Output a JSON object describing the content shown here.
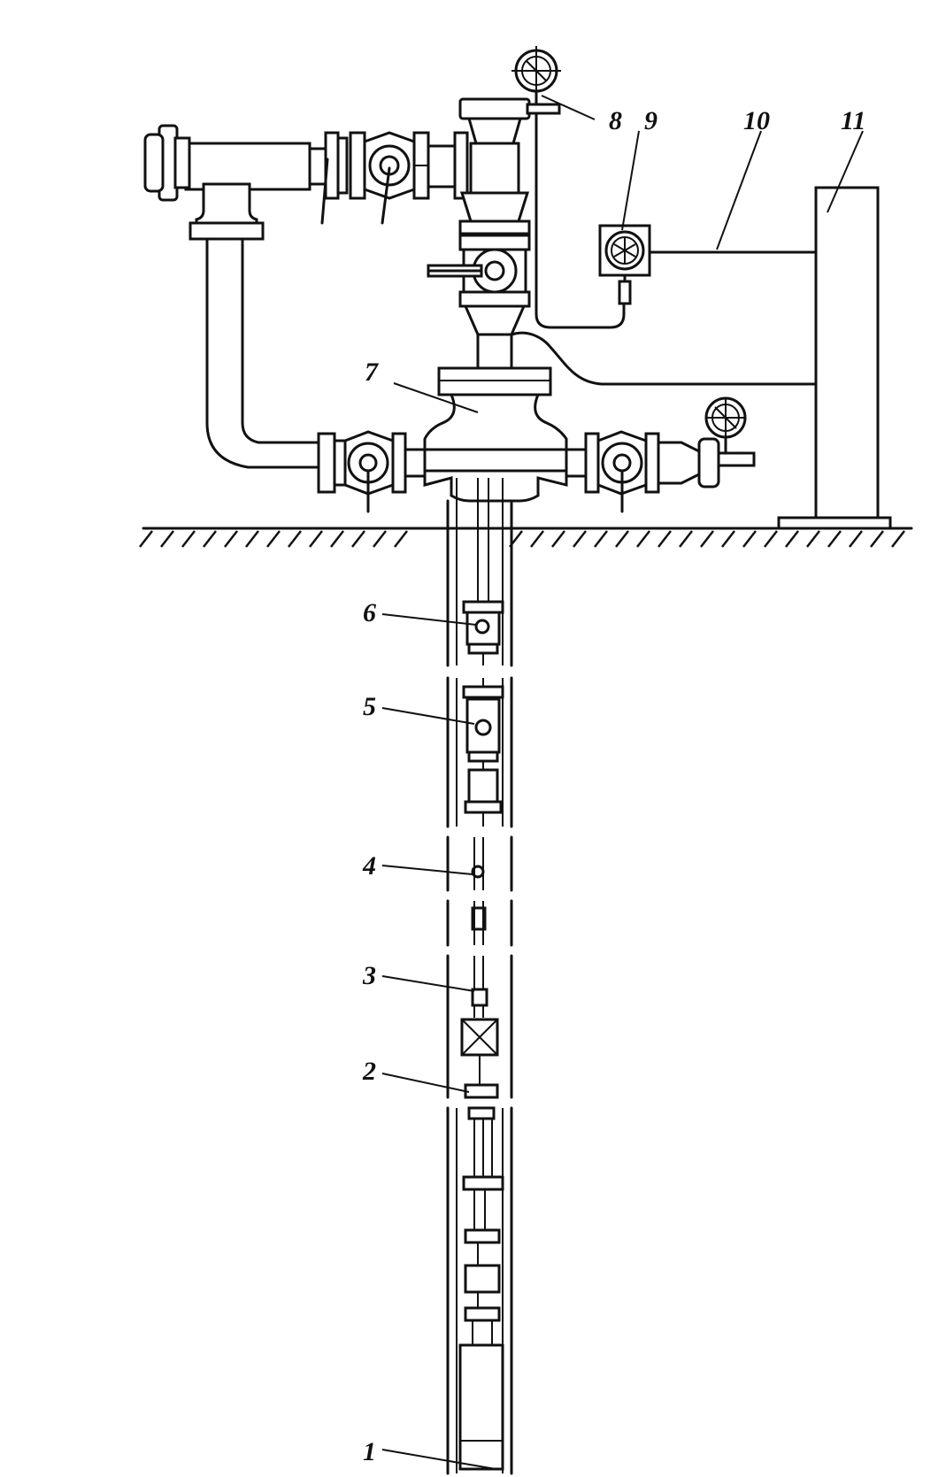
{
  "callouts": [
    {
      "id": "1",
      "text": "1"
    },
    {
      "id": "2",
      "text": "2"
    },
    {
      "id": "3",
      "text": "3"
    },
    {
      "id": "4",
      "text": "4"
    },
    {
      "id": "5",
      "text": "5"
    },
    {
      "id": "6",
      "text": "6"
    },
    {
      "id": "7",
      "text": "7"
    },
    {
      "id": "8",
      "text": "8"
    },
    {
      "id": "9",
      "text": "9"
    },
    {
      "id": "10",
      "text": "10"
    },
    {
      "id": "11",
      "text": "11"
    }
  ],
  "icons": {
    "pressure_gauge": "pressure-gauge-icon",
    "valve": "gate-valve-icon"
  },
  "colors": {
    "ink": "#111111",
    "paper": "#ffffff"
  }
}
